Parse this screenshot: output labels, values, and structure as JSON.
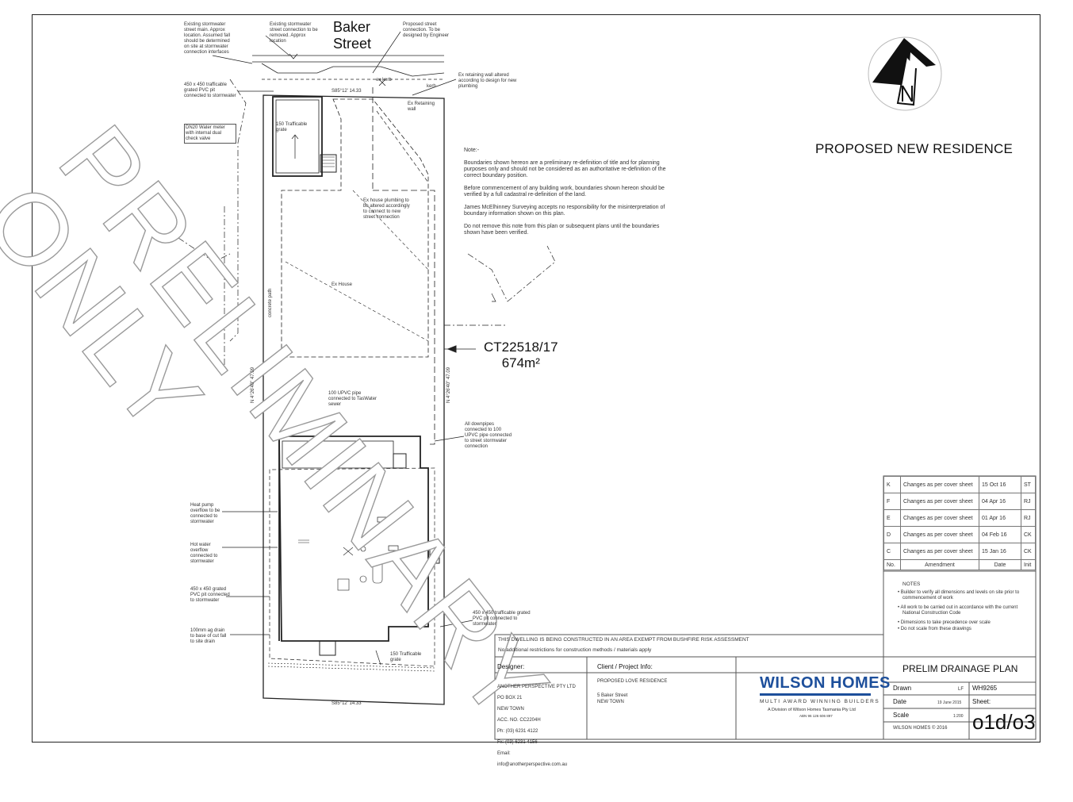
{
  "street": {
    "line1": "Baker",
    "line2": "Street"
  },
  "project_title": "PROPOSED NEW RESIDENCE",
  "lot": {
    "title": "CT22518/17",
    "area": "674m²"
  },
  "watermark": {
    "line1": "PRELIMINARY",
    "line2": "ONLY"
  },
  "notes_header": "Note:-",
  "notes": [
    "Boundaries shown hereon are a preliminary re-definition of title and for planning purposes only and should not be considered as an authoritative re-definition of the correct boundary position.",
    "Before commencement of any building work, boundaries shown hereon should be verified by a full cadastral re-definition of the land.",
    "James McElhinney Surveying accepts no responsibility for the misinterpretation of boundary information shown on this plan.",
    "Do not remove this note from this plan or subsequent plans until the boundaries shown have been verified."
  ],
  "annotations": {
    "existing_sw_main": "Existing stormwater street main. Approx location. Assumed fall should be determined on site at stormwater connection interfaces",
    "existing_sw_connection": "Existing stormwater street connection to be removed. Approx location",
    "proposed_sw_connection": "Proposed street connection. To be designed by Engineer",
    "trafficable_grated_pvc_1": "450 x 450 trafficable grated PVC pit connected to stormwater",
    "water_meter": "DN20 Water meter with internal dual check valve",
    "trafficable_grate_150": "150 Trafficable grate",
    "ex_retaining_wall_altered": "Ex retaining wall altered according to design for new plumbing",
    "ex_retaining": "Ex Retaining wall",
    "ex_house_plumbing": "Ex house plumbing to be altered accordingly to connect to new street connection",
    "concrete_path": "concrete path",
    "ex_house": "Ex House",
    "sewer": "100 UPVC pipe connected to TasWater sewer",
    "downpipes": "All downpipes connected to 100 UPVC pipe connected to street stormwater connection",
    "heat_pump": "Heat pump overflow to be connected to stormwater",
    "hot_water": "Hot water overflow connected to stormwater",
    "grated_pvc_2": "450 x 450 grated PVC pit connected to stormwater",
    "agpipe": "100mm ag drain to base of cut fall to site drain",
    "trafficable_grated_pvc_3": "450 x 450 trafficable grated PVC pit connected to stormwater",
    "trafficable_grate_150_b": "150 Trafficable grate",
    "boundary_top": "S85°12' 14.33",
    "boundary_bottom": "S85°12' 14.33",
    "boundary_left": "N 4°26'40\" 47.09",
    "boundary_right": "N 4°26'40\" 47.09",
    "kerb": "kerb",
    "ex_kerb": "ex kerb"
  },
  "amendments": {
    "rows": [
      {
        "rev": "K",
        "desc": "Changes as per cover sheet",
        "date": "15 Oct 16",
        "by": "ST"
      },
      {
        "rev": "F",
        "desc": "Changes as per cover sheet",
        "date": "04 Apr 16",
        "by": "RJ"
      },
      {
        "rev": "E",
        "desc": "Changes as per cover sheet",
        "date": "01 Apr 16",
        "by": "RJ"
      },
      {
        "rev": "D",
        "desc": "Changes as per cover sheet",
        "date": "04 Feb 16",
        "by": "CK"
      },
      {
        "rev": "C",
        "desc": "Changes as per cover sheet",
        "date": "15 Jan 16",
        "by": "CK"
      }
    ],
    "header": {
      "rev": "No.",
      "desc": "Amendment",
      "date": "Date",
      "by": "Init"
    }
  },
  "general_notes": {
    "title": "NOTES",
    "items": [
      "Builder to verify all dimensions and levels on site prior to commencement of work",
      "All work to be carried out in accordance with the current National Construction Code",
      "Dimensions to take precedence over scale",
      "Do not scale from these drawings"
    ]
  },
  "bushfire": {
    "line1": "THIS DWELLING IS BEING CONSTRUCTED IN AN AREA EXEMPT FROM BUSHFIRE RISK ASSESSMENT",
    "line2": "No additional restrictions for construction methods / materials apply"
  },
  "designer": {
    "label": "Designer:",
    "lines": [
      "ANOTHER PERSPECTIVE PTY LTD",
      "PO BOX 21",
      "NEW TOWN",
      "ACC. NO. CC2204H",
      "Ph: (03) 6231 4122",
      "Fx: (03) 6231 4156",
      "Email:",
      "info@anotherperspective.com.au"
    ]
  },
  "client": {
    "label": "Client / Project Info:",
    "project": "PROPOSED LOVE RESIDENCE",
    "address1": "5 Baker Street",
    "address2": "NEW TOWN"
  },
  "company": {
    "name": "WILSON HOMES",
    "tagline": "MULTI AWARD WINNING BUILDERS",
    "division": "A Division of Wilson Homes Tasmania Pty Ltd",
    "abn": "ABN 96 126 606 897",
    "copyright": "WILSON HOMES © 2016"
  },
  "drawing": {
    "title": "PRELIM DRAINAGE PLAN",
    "drawn_label": "Drawn",
    "drawn_value": "LF",
    "job": "WH9265",
    "date_label": "Date",
    "date_value": "19 June 2015",
    "sheet_label": "Sheet:",
    "scale_label": "Scale",
    "scale_value": "1:200",
    "sheet_value": "o1d/o3"
  },
  "colors": {
    "line": "#222222",
    "brand": "#1d4f9b",
    "watermark_stroke": "#9a9a9a"
  }
}
